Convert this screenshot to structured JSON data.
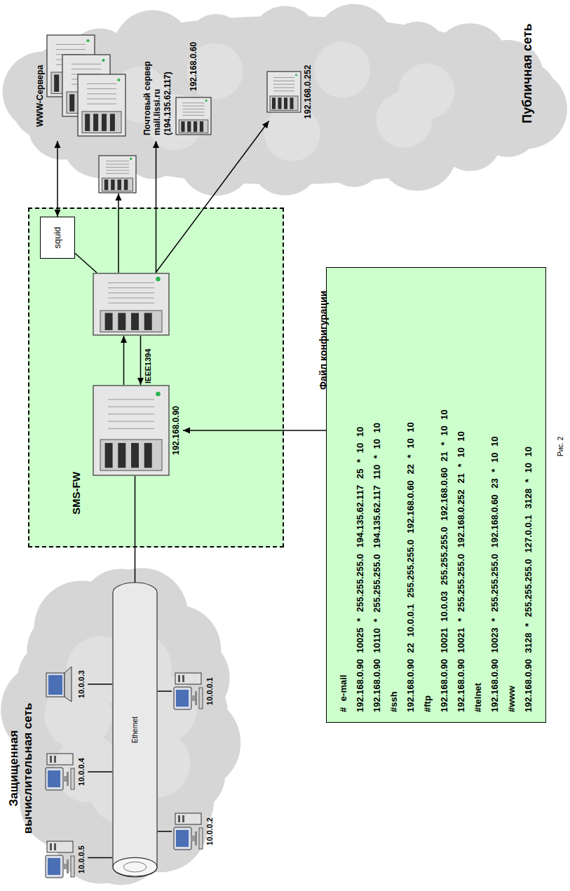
{
  "diagram": {
    "caption": "Рис. 2",
    "nodes": [
      {
        "text": [
          "Защищенная вычислительная сеть"
        ]
      },
      {
        "text": [
          "10.0.0.5"
        ],
        "in": 0
      },
      {
        "text": [
          "10.0.0.4"
        ],
        "in": 0
      },
      {
        "text": [
          "10.0.0.3"
        ],
        "in": 0
      },
      {
        "text": [
          "Ethernet"
        ],
        "in": 0
      },
      {
        "text": [
          "10.0.0.2"
        ],
        "in": 0
      },
      {
        "text": [
          "10.0.0.1"
        ],
        "in": 0
      },
      {
        "text": [
          "SMS-FW"
        ]
      },
      {
        "text": [
          "192.168.0.90"
        ],
        "in": 7
      },
      {
        "text": [],
        "in": 7
      },
      {
        "text": [
          "squid"
        ],
        "in": 7
      },
      {
        "text": [
          "Публичная сеть"
        ]
      },
      {
        "text": [
          "WWW-Сервера"
        ],
        "in": 11
      },
      {
        "text": [],
        "in": 11
      },
      {
        "text": [
          "Почтовый сервер mail.lissi.ru (194.135.62.117)",
          "192.168.0.60"
        ],
        "in": 11
      },
      {
        "text": [
          "192.168.0.252"
        ],
        "in": 11
      },
      {
        "text": [
          "Файл конфигурации",
          "# e-mail",
          "192.168.0.90 10025 * 255.255.255.0 194.135.62.117 25 * 10 10",
          "192.168.0.90 10110 * 255.255.255.0 194.135.62.117 110 * 10 10",
          "#ssh",
          "192.168.0.90 22 10.0.0.1 255.255.255.0 192.168.0.60 22 * 10 10",
          "#ftp",
          "192.168.0.90 10021 10.0.03 255.255.255.0 192.168.0.60 21 * 10 10",
          "192.168.0.90 10021 * 255.255.255.0 192.168.0.252 21 * 10 10",
          "#telnet",
          "192.168.0.90 10023 * 255.255.255.0 192.168.0.60 23 * 10 10",
          "#www",
          "192.168.0.90 3128 * 255.255.255.0 127.0.0.1 3128 * 10 10"
        ]
      }
    ],
    "edges": [
      {
        "from": 1,
        "to": 4,
        "arrow": "none"
      },
      {
        "from": 2,
        "to": 4,
        "arrow": "none"
      },
      {
        "from": 3,
        "to": 4,
        "arrow": "none"
      },
      {
        "from": 5,
        "to": 4,
        "arrow": "none"
      },
      {
        "from": 6,
        "to": 4,
        "arrow": "none"
      },
      {
        "from": 4,
        "to": 8,
        "arrow": "none"
      },
      {
        "from": 8,
        "to": 9,
        "arrow": "to"
      },
      {
        "from": 9,
        "to": 8,
        "arrow": "to"
      },
      {
        "from": 9,
        "to": 10,
        "arrow": "none"
      },
      {
        "from": 10,
        "to": 12,
        "arrow": "both"
      },
      {
        "from": 9,
        "to": 13,
        "arrow": "to"
      },
      {
        "from": 9,
        "to": 14,
        "arrow": "to"
      },
      {
        "from": 9,
        "to": 15,
        "arrow": "to"
      },
      {
        "from": 16,
        "to": 8,
        "arrow": "to"
      }
    ],
    "labels": [
      "IEEE1394"
    ]
  }
}
